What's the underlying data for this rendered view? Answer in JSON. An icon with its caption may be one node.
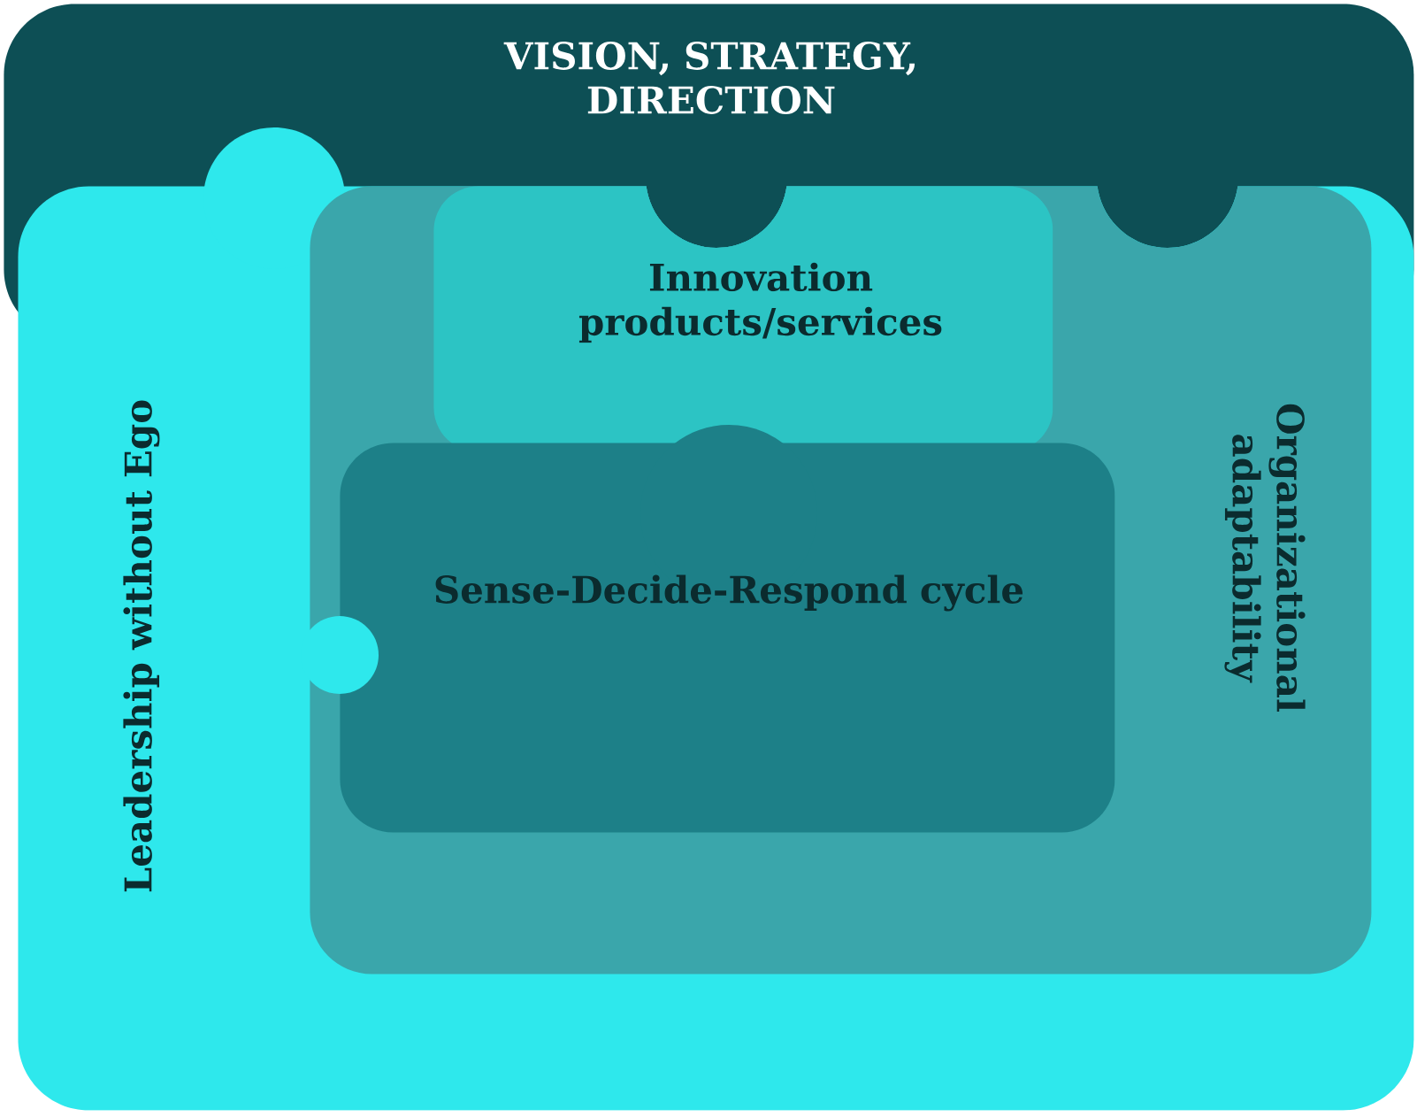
{
  "diagram": {
    "nodes": [
      {
        "text": [
          "VISION, STRATEGY, DIRECTION"
        ]
      },
      {
        "text": [
          "Leadership without Ego"
        ]
      },
      {
        "text": [
          "Organizational adaptability"
        ],
        "in": 1
      },
      {
        "text": [
          "Innovation products/services"
        ],
        "in": 2
      },
      {
        "text": [
          "Sense-Decide-Respond cycle"
        ],
        "in": 2
      }
    ]
  }
}
